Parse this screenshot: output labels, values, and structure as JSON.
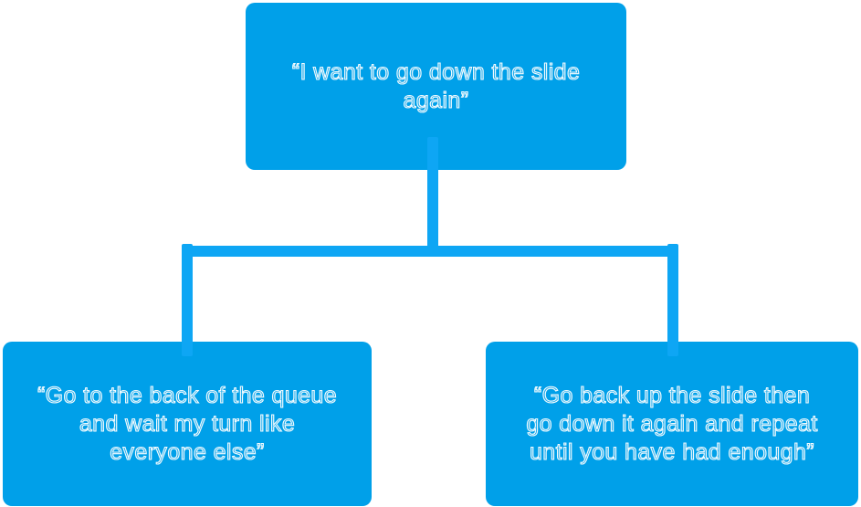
{
  "flowchart": {
    "colors": {
      "box_fill": "#00A0E9",
      "connector": "#0EA6F4",
      "text_outline": "#FFFFFF",
      "background": "#FFFFFF"
    },
    "nodes": [
      {
        "id": "root",
        "text": "“I want to go down the slide again”",
        "lines": {
          "0": "“I want to go down the slide",
          "1": "again”"
        }
      },
      {
        "id": "option-left",
        "text": "“Go to the back of the queue and wait my turn like everyone else”",
        "lines": {
          "0": "“Go to the back of the queue",
          "1": "and wait my turn like",
          "2": "everyone else”"
        }
      },
      {
        "id": "option-right",
        "text": "“Go back up the slide then go down it again and repeat until you have had enough”",
        "lines": {
          "0": "“Go back up the slide then",
          "1": "go down it again and repeat",
          "2": "until you have had enough”"
        }
      }
    ],
    "edges": [
      {
        "from": "root",
        "to": "option-left"
      },
      {
        "from": "root",
        "to": "option-right"
      }
    ]
  }
}
